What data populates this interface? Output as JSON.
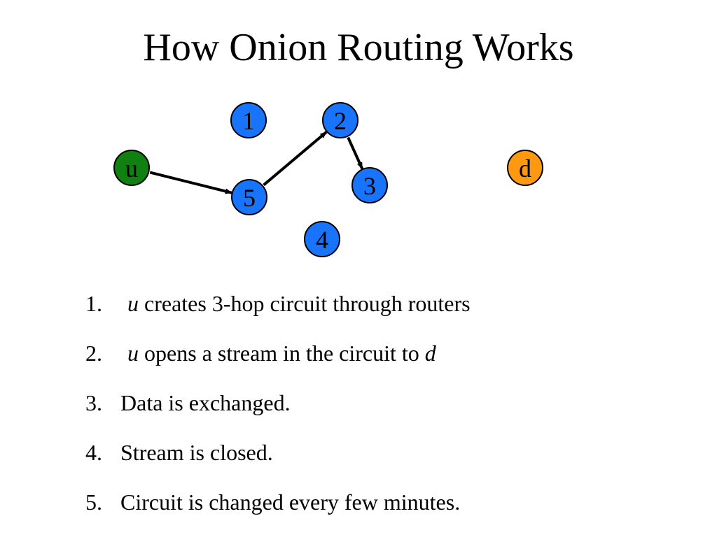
{
  "title": "How Onion Routing Works",
  "colors": {
    "router": "#1874fa",
    "user": "#108010",
    "destination": "#ff9a10",
    "stroke": "#000000"
  },
  "nodes": [
    {
      "id": "u",
      "label": "u",
      "role": "user"
    },
    {
      "id": "1",
      "label": "1",
      "role": "router"
    },
    {
      "id": "2",
      "label": "2",
      "role": "router"
    },
    {
      "id": "3",
      "label": "3",
      "role": "router"
    },
    {
      "id": "4",
      "label": "4",
      "role": "router"
    },
    {
      "id": "5",
      "label": "5",
      "role": "router"
    },
    {
      "id": "d",
      "label": "d",
      "role": "destination"
    }
  ],
  "edges": [
    {
      "from": "u",
      "to": "5"
    },
    {
      "from": "5",
      "to": "2"
    },
    {
      "from": "2",
      "to": "3"
    }
  ],
  "steps": [
    {
      "num": "1.",
      "parts": [
        {
          "text": "u",
          "italic": true
        },
        {
          "text": " creates  3-hop circuit through routers",
          "italic": false
        }
      ]
    },
    {
      "num": "2.",
      "parts": [
        {
          "text": "u",
          "italic": true
        },
        {
          "text": " opens a stream in the circuit to ",
          "italic": false
        },
        {
          "text": "d",
          "italic": true
        }
      ]
    },
    {
      "num": "3.",
      "parts": [
        {
          "text": "Data is exchanged.",
          "italic": false
        }
      ]
    },
    {
      "num": "4.",
      "parts": [
        {
          "text": "Stream is closed.",
          "italic": false
        }
      ]
    },
    {
      "num": "5.",
      "parts": [
        {
          "text": "Circuit is changed every few minutes.",
          "italic": false
        }
      ]
    }
  ]
}
